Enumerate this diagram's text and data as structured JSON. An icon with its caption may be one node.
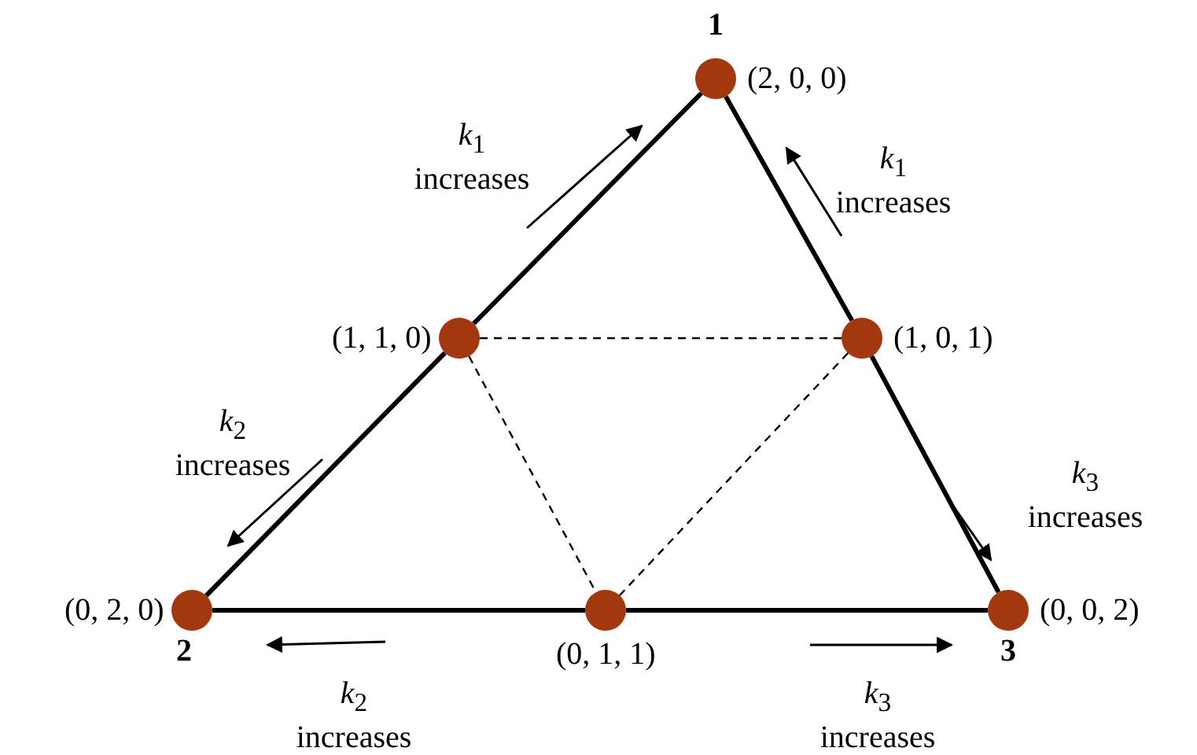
{
  "diagram": {
    "nodes": [
      {
        "text": [],
        "shape": "circle",
        "beside": [
          "1",
          "(2, 0, 0)"
        ]
      },
      {
        "text": [],
        "shape": "circle",
        "beside": [
          "(1, 1, 0)"
        ]
      },
      {
        "text": [],
        "shape": "circle",
        "beside": [
          "(1, 0, 1)"
        ]
      },
      {
        "text": [],
        "shape": "circle",
        "beside": [
          "(0, 2, 0)",
          "2"
        ]
      },
      {
        "text": [],
        "shape": "circle",
        "beside": [
          "(0, 1, 1)"
        ]
      },
      {
        "text": [],
        "shape": "circle",
        "beside": [
          "(0, 0, 2)",
          "3"
        ]
      }
    ],
    "edges": [
      {
        "from": 0,
        "to": 1,
        "arrow": "none"
      },
      {
        "from": 1,
        "to": 3,
        "arrow": "none"
      },
      {
        "from": 0,
        "to": 2,
        "arrow": "none"
      },
      {
        "from": 2,
        "to": 5,
        "arrow": "none"
      },
      {
        "from": 1,
        "to": 2,
        "arrow": "none",
        "style": "dashed"
      },
      {
        "from": 1,
        "to": 4,
        "arrow": "none",
        "style": "dashed"
      },
      {
        "from": 2,
        "to": 4,
        "arrow": "none",
        "style": "dashed"
      },
      {
        "from": 3,
        "to": 4,
        "arrow": "none"
      },
      {
        "from": 4,
        "to": 5,
        "arrow": "none"
      }
    ],
    "labels": [
      "*k*$_{1}$ increases",
      "*k*$_{1}$ increases",
      "*k*$_{2}$ increases",
      "*k*$_{3}$ increases",
      "*k*$_{2}$ increases",
      "*k*$_{3}$ increases"
    ]
  }
}
